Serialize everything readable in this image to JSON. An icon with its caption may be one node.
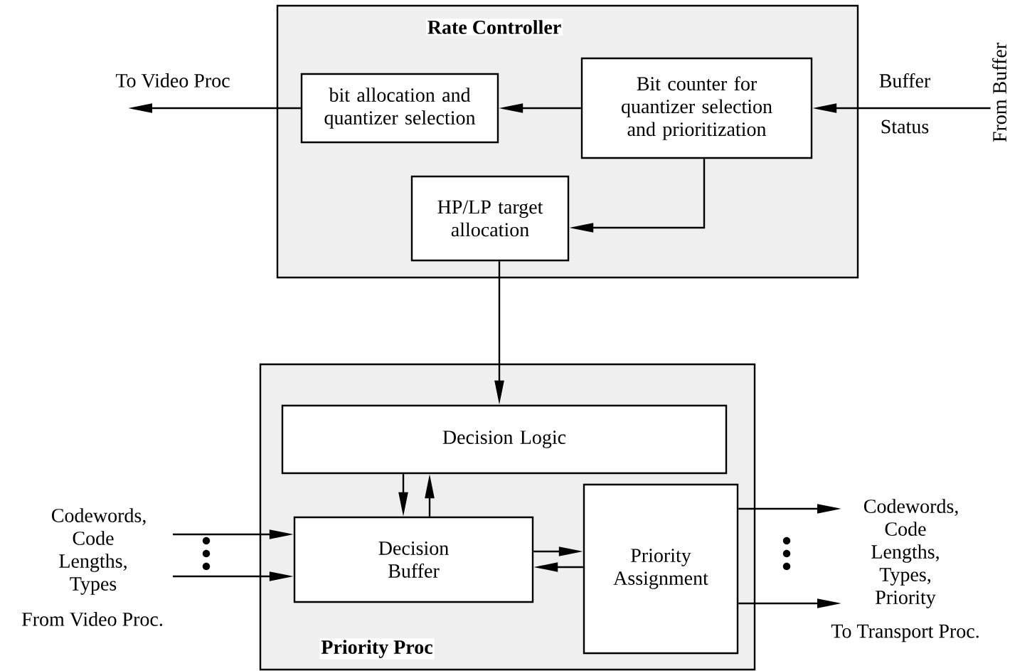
{
  "diagram": {
    "nodes": [
      {
        "text": [
          "Rate Controller"
        ]
      },
      {
        "text": [
          "bit allocation and quantizer selection"
        ],
        "in": 0
      },
      {
        "text": [
          "Bit counter for quantizer selection and prioritization"
        ],
        "in": 0
      },
      {
        "text": [
          "HP/LP target allocation"
        ],
        "in": 0
      },
      {
        "text": [
          "Priority Proc"
        ]
      },
      {
        "text": [
          "Decision Logic"
        ],
        "in": 4
      },
      {
        "text": [
          "Decision Buffer"
        ],
        "in": 4
      },
      {
        "text": [
          "Priority Assignment"
        ],
        "in": 4
      },
      {
        "text": [
          "From Buffer"
        ]
      }
    ],
    "edges": [
      {
        "from": 1,
        "to": null,
        "arrow": "to"
      },
      {
        "from": 2,
        "to": 1,
        "arrow": "to"
      },
      {
        "from": 8,
        "to": 2,
        "arrow": "to"
      },
      {
        "from": 2,
        "to": 3,
        "arrow": "to"
      },
      {
        "from": 3,
        "to": 5,
        "arrow": "to"
      },
      {
        "from": 5,
        "to": 6,
        "arrow": "to"
      },
      {
        "from": 6,
        "to": 5,
        "arrow": "to"
      },
      {
        "from": 6,
        "to": 7,
        "arrow": "to"
      },
      {
        "from": 7,
        "to": 6,
        "arrow": "to"
      },
      {
        "from": null,
        "to": 6,
        "arrow": "to"
      },
      {
        "from": null,
        "to": 6,
        "arrow": "to"
      },
      {
        "from": 7,
        "to": null,
        "arrow": "to"
      },
      {
        "from": 7,
        "to": null,
        "arrow": "to"
      }
    ],
    "labels": [
      "To Video Proc",
      "Buffer",
      "Status",
      "Codewords, Code Lengths, Types",
      "From Video Proc.",
      "Codewords, Code Lengths, Types, Priority",
      "To Transport Proc."
    ]
  }
}
